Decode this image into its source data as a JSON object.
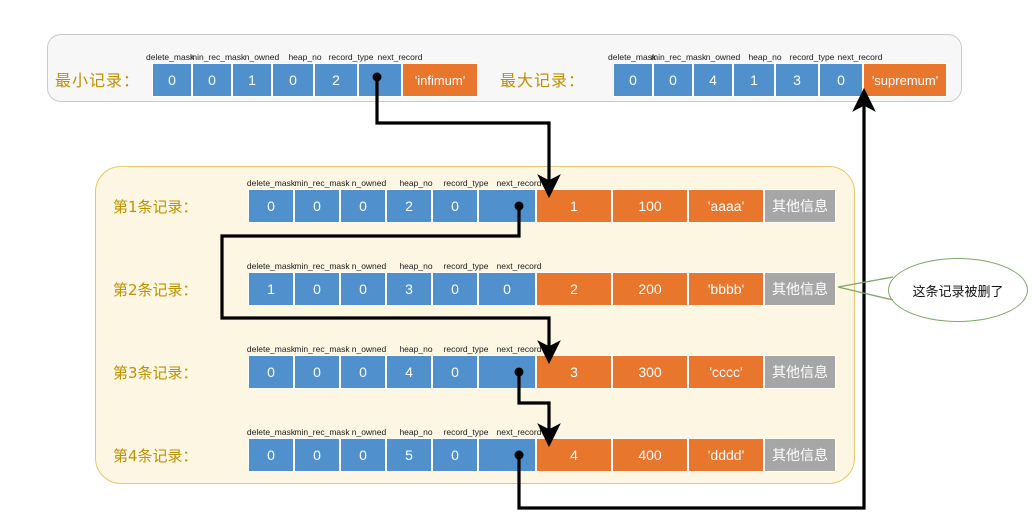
{
  "field_headers": [
    "delete_mask",
    "min_rec_mask",
    "n_owned",
    "heap_no",
    "record_type",
    "next_record"
  ],
  "top_panel": {
    "min_record": {
      "label": "最小记录：",
      "headers": [
        "delete_mask",
        "min_rec_mask",
        "n_owned",
        "heap_no",
        "record_type",
        "next_record"
      ],
      "values": [
        "0",
        "0",
        "1",
        "0",
        "2",
        ""
      ],
      "next_record_pointer": true,
      "data_label": "'infimum'"
    },
    "max_record": {
      "label": "最大记录：",
      "headers": [
        "delete_mask",
        "min_rec_mask",
        "n_owned",
        "heap_no",
        "record_type",
        "next_record"
      ],
      "values": [
        "0",
        "0",
        "4",
        "1",
        "3",
        "0"
      ],
      "next_record_pointer": false,
      "data_label": "'supremum'"
    }
  },
  "records": [
    {
      "label": "第1条记录：",
      "values": [
        "0",
        "0",
        "0",
        "2",
        "0",
        ""
      ],
      "next_record_pointer": true,
      "columns": [
        "1",
        "100",
        "'aaaa'"
      ],
      "other": "其他信息"
    },
    {
      "label": "第2条记录：",
      "values": [
        "1",
        "0",
        "0",
        "3",
        "0",
        "0"
      ],
      "next_record_pointer": false,
      "columns": [
        "2",
        "200",
        "'bbbb'"
      ],
      "other": "其他信息"
    },
    {
      "label": "第3条记录：",
      "values": [
        "0",
        "0",
        "0",
        "4",
        "0",
        ""
      ],
      "next_record_pointer": true,
      "columns": [
        "3",
        "300",
        "'cccc'"
      ],
      "other": "其他信息"
    },
    {
      "label": "第4条记录：",
      "values": [
        "0",
        "0",
        "0",
        "5",
        "0",
        ""
      ],
      "next_record_pointer": true,
      "columns": [
        "4",
        "400",
        "'dddd'"
      ],
      "other": "其他信息"
    }
  ],
  "callout": {
    "text": "这条记录被删了"
  },
  "colors": {
    "blue": "#4f90cd",
    "orange": "#e8762c",
    "gray": "#a6a6a6",
    "cream": "#fdf6e3",
    "gold": "#e8c766",
    "label_gold": "#bf9000",
    "callout_green": "#7fa66a",
    "arrow": "#000000",
    "panel_bg": "#f7f7f7"
  }
}
